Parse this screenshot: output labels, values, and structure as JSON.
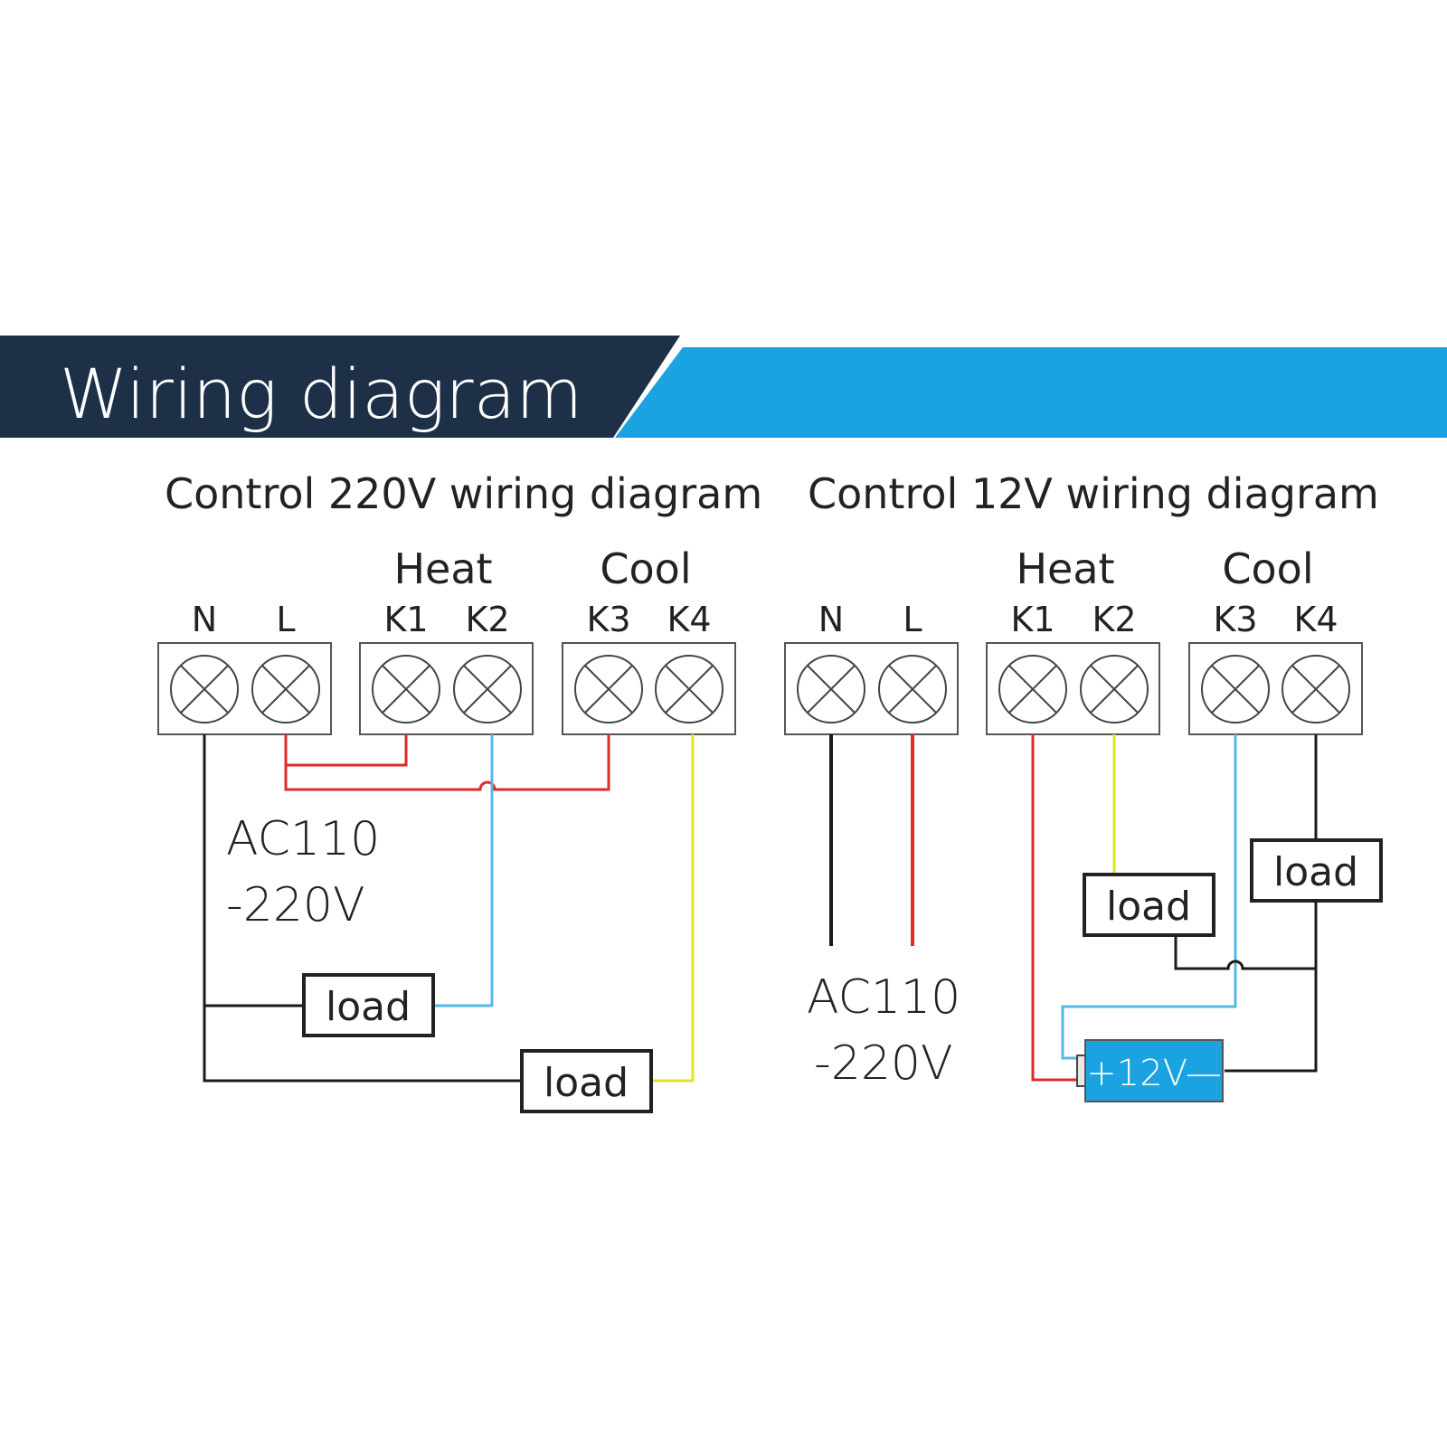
{
  "banner": {
    "title": "Wiring diagram",
    "dark_color": "#1e3048",
    "accent_color": "#1aa3e0"
  },
  "diagram_220v": {
    "title": "Control 220V wiring diagram",
    "group_heat": "Heat",
    "group_cool": "Cool",
    "terminals": [
      "N",
      "L",
      "K1",
      "K2",
      "K3",
      "K4"
    ],
    "supply_line1": "AC110",
    "supply_line2": "-220V",
    "load_label": "load"
  },
  "diagram_12v": {
    "title": "Control 12V wiring diagram",
    "group_heat": "Heat",
    "group_cool": "Cool",
    "terminals": [
      "N",
      "L",
      "K1",
      "K2",
      "K3",
      "K4"
    ],
    "supply_line1": "AC110",
    "supply_line2": "-220V",
    "load_label": "load",
    "battery_label": "+12V—"
  },
  "wire_colors": {
    "live": "#e02a2a",
    "neutral": "#1a1a1a",
    "k2": "#56b8e6",
    "k4": "#e2e22a",
    "battery": "#1aa3e0"
  }
}
